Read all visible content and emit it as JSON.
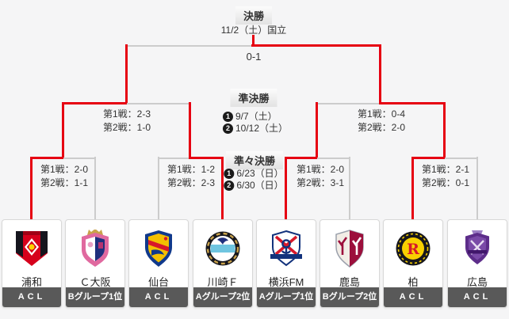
{
  "colors": {
    "win_path_red": "#e60012",
    "line_gray": "#cccccc",
    "badge_bg": "#595959",
    "card_bg": "#ffffff",
    "page_bg": "#f5f5f6"
  },
  "rounds": {
    "final": {
      "label": "決勝",
      "date": "11/2（土）国立",
      "score": "0-1",
      "winner": "柏"
    },
    "semifinal": {
      "label": "準決勝",
      "dates": [
        {
          "num": "1",
          "label": "9/7（土）"
        },
        {
          "num": "2",
          "label": "10/12（土）"
        }
      ],
      "matches": [
        {
          "leg1": "第1戦：2-3",
          "leg2": "第2戦：1-0",
          "winner": "浦和"
        },
        {
          "leg1": "第1戦：0-4",
          "leg2": "第2戦：2-0",
          "winner": "柏"
        }
      ]
    },
    "quarterfinal": {
      "label": "準々決勝",
      "dates": [
        {
          "num": "1",
          "label": "6/23（日）"
        },
        {
          "num": "2",
          "label": "6/30（日）"
        }
      ],
      "matches": [
        {
          "leg1": "第1戦：2-0",
          "leg2": "第2戦：1-1",
          "winner": "浦和"
        },
        {
          "leg1": "第1戦：1-2",
          "leg2": "第2戦：2-3",
          "winner": "川崎Ｆ"
        },
        {
          "leg1": "第1戦：2-0",
          "leg2": "第2戦：3-1",
          "winner": "横浜FM"
        },
        {
          "leg1": "第1戦：2-1",
          "leg2": "第2戦：0-1",
          "winner": "柏"
        }
      ]
    }
  },
  "teams": [
    {
      "name": "浦和",
      "badge": "ACL",
      "advanced": true
    },
    {
      "name": "Ｃ大阪",
      "badge": "Bグループ1位",
      "advanced": false
    },
    {
      "name": "仙台",
      "badge": "ACL",
      "advanced": false
    },
    {
      "name": "川崎Ｆ",
      "badge": "Aグループ2位",
      "advanced": true
    },
    {
      "name": "横浜FM",
      "badge": "Aグループ1位",
      "advanced": true
    },
    {
      "name": "鹿島",
      "badge": "Bグループ2位",
      "advanced": false
    },
    {
      "name": "柏",
      "badge": "ACL",
      "advanced": true
    },
    {
      "name": "広島",
      "badge": "ACL",
      "advanced": false
    }
  ]
}
